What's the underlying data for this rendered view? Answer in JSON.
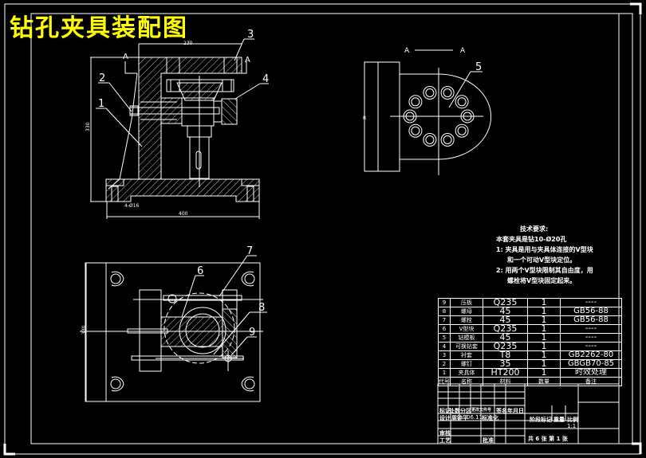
{
  "drawing": {
    "title": "钻孔夹具装配图",
    "title_color": "#ffff00",
    "line_color": "#ffffff",
    "background": "#000000"
  },
  "front_view": {
    "section_mark_left": "A",
    "section_mark_right": "A",
    "dim_top": "230",
    "dim_bottom": "400",
    "dim_vertical": "330",
    "dim_hole": "4-Ø16",
    "balloons": [
      "1",
      "2",
      "3",
      "4"
    ]
  },
  "section_view": {
    "label_left": "A",
    "label_right": "A",
    "dim_vertical": "R",
    "balloon": "5"
  },
  "top_view": {
    "dim_vertical": "330",
    "balloons": [
      "6",
      "7",
      "8",
      "9"
    ]
  },
  "requirements": {
    "heading": "技术要求:",
    "lines": [
      "本套夹具是钻10-Ø20孔",
      "1: 夹具是用与夹具体连接的V型块",
      "和一个可动V型块定位。",
      "2: 用两个V型块限制其自由度，用",
      "螺栓将V型块固定起来。"
    ]
  },
  "bom": {
    "rows": [
      {
        "no": "9",
        "name": "压板",
        "material": "Q235",
        "qty": "1",
        "remark": "----"
      },
      {
        "no": "8",
        "name": "螺母",
        "material": "45",
        "qty": "1",
        "remark": "GB56-88"
      },
      {
        "no": "7",
        "name": "螺栓",
        "material": "45",
        "qty": "1",
        "remark": "GB56-88"
      },
      {
        "no": "6",
        "name": "V型块",
        "material": "Q235",
        "qty": "1",
        "remark": "----"
      },
      {
        "no": "5",
        "name": "钻模板",
        "material": "45",
        "qty": "1",
        "remark": "----"
      },
      {
        "no": "4",
        "name": "可换钻套",
        "material": "Q235",
        "qty": "1",
        "remark": "----"
      },
      {
        "no": "3",
        "name": "衬套",
        "material": "T8",
        "qty": "1",
        "remark": "GB2262-80"
      },
      {
        "no": "2",
        "name": "螺钉",
        "material": "35",
        "qty": "1",
        "remark": "GBGB70-85"
      },
      {
        "no": "1",
        "name": "夹具体",
        "material": "HT200",
        "qty": "1",
        "remark": "时效处理"
      }
    ],
    "header": {
      "no": "代号",
      "name": "名称",
      "material": "材料",
      "qty": "数量",
      "remark": "备注"
    }
  },
  "title_block": {
    "mark": "标记",
    "count": "处数",
    "zone": "分区",
    "change_doc": "更改文件号",
    "signature": "签名",
    "date": "年月日",
    "design": "设计",
    "designer": "周钟平",
    "design_date": "06.11",
    "standardize": "标准化",
    "stage": "阶段标记",
    "weight": "重量",
    "scale_label": "比例",
    "scale": "1:1",
    "review": "审核",
    "process": "工艺",
    "approve": "批准",
    "sheets": "共 6 张 第 1 张"
  }
}
